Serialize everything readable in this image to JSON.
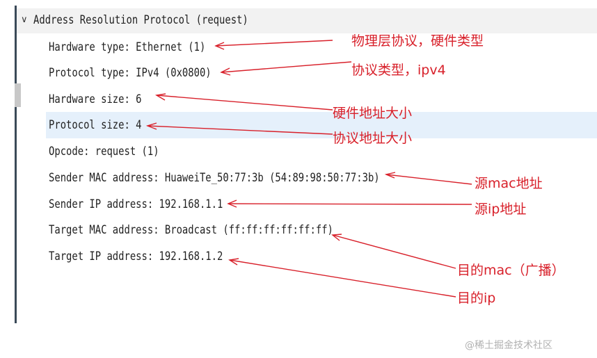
{
  "tree": {
    "header_label": "Address Resolution Protocol (request)",
    "fields": [
      "Hardware type: Ethernet (1)",
      "Protocol type: IPv4 (0x0800)",
      "Hardware size: 6",
      "Protocol size: 4",
      "Opcode: request (1)",
      "Sender MAC address: HuaweiTe_50:77:3b (54:89:98:50:77:3b)",
      "Sender IP address: 192.168.1.1",
      "Target MAC address: Broadcast (ff:ff:ff:ff:ff:ff)",
      "Target IP address: 192.168.1.2"
    ]
  },
  "annotations": [
    "物理层协议，硬件类型",
    "协议类型，ipv4",
    "硬件地址大小",
    "协议地址大小",
    "源mac地址",
    "源ip地址",
    "目的mac（广播）",
    "目的ip"
  ],
  "watermark": "@稀土掘金技术社区",
  "colors": {
    "annotation": "#d8202a",
    "highlight_row": "#e5f0fb",
    "header_row": "#f2f2f2"
  }
}
